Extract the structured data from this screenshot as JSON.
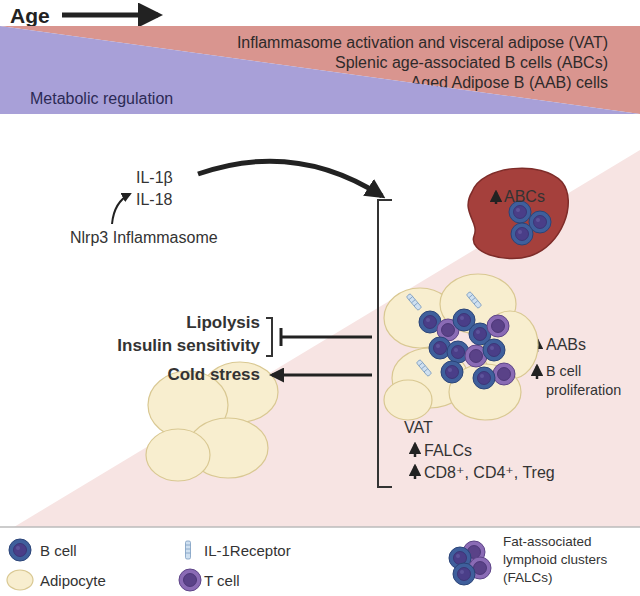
{
  "diagram": {
    "nodes": [
      {
        "text": [
          "Inflammasome activation and visceral adipose (VAT)",
          "Splenic age-associated B cells (ABCs)",
          "Aged Adipose B (AAB) cells"
        ]
      },
      {
        "text": [
          "Metabolic regulation"
        ]
      }
    ],
    "labels": [
      "Age",
      "IL-1β",
      "IL-18",
      "Nlrp3 Inflammasome",
      "ABCs",
      "Lipolysis",
      "Insulin sensitivity",
      "Cold stress",
      "AABs",
      "B cell proliferation",
      "VAT",
      "FALCs",
      "CD8⁺, CD4⁺, Treg"
    ],
    "legend": [
      {
        "text": "B cell"
      },
      {
        "text": "IL-1Receptor"
      },
      {
        "text": "Fat-associated lymphoid clusters (FALCs)"
      },
      {
        "text": "Adipocyte"
      },
      {
        "text": "T cell"
      }
    ]
  }
}
